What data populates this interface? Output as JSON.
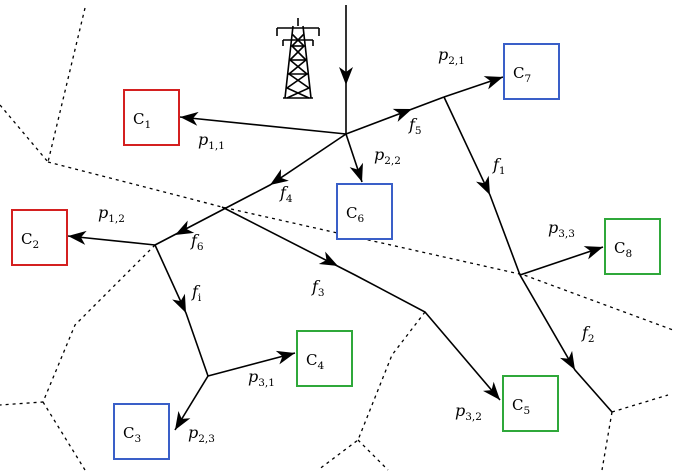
{
  "colors": {
    "consumer_red": "#d42020",
    "consumer_blue": "#3a5fc8",
    "consumer_green": "#2fa83a",
    "line": "#000000"
  },
  "icons": {
    "source": "power-pylon-icon"
  },
  "consumers": [
    {
      "id": "c1",
      "letter": "C",
      "sub": "1",
      "color": "red"
    },
    {
      "id": "c2",
      "letter": "C",
      "sub": "2",
      "color": "red"
    },
    {
      "id": "c3",
      "letter": "C",
      "sub": "3",
      "color": "blue"
    },
    {
      "id": "c4",
      "letter": "C",
      "sub": "4",
      "color": "green"
    },
    {
      "id": "c5",
      "letter": "C",
      "sub": "5",
      "color": "green"
    },
    {
      "id": "c6",
      "letter": "C",
      "sub": "6",
      "color": "blue"
    },
    {
      "id": "c7",
      "letter": "C",
      "sub": "7",
      "color": "blue"
    },
    {
      "id": "c8",
      "letter": "C",
      "sub": "8",
      "color": "green"
    }
  ],
  "flows": [
    {
      "id": "f1",
      "symbol": "f",
      "sub": "1"
    },
    {
      "id": "f2",
      "symbol": "f",
      "sub": "2"
    },
    {
      "id": "f3",
      "symbol": "f",
      "sub": "3"
    },
    {
      "id": "f4",
      "symbol": "f",
      "sub": "4"
    },
    {
      "id": "f5",
      "symbol": "f",
      "sub": "5"
    },
    {
      "id": "f6",
      "symbol": "f",
      "sub": "6"
    },
    {
      "id": "fi",
      "symbol": "f",
      "sub": "i"
    }
  ],
  "powers": [
    {
      "id": "p11",
      "symbol": "p",
      "sub": "1,1"
    },
    {
      "id": "p12",
      "symbol": "p",
      "sub": "1,2"
    },
    {
      "id": "p22",
      "symbol": "p",
      "sub": "2,2"
    },
    {
      "id": "p21",
      "symbol": "p",
      "sub": "2,1"
    },
    {
      "id": "p23",
      "symbol": "p",
      "sub": "2,3"
    },
    {
      "id": "p31",
      "symbol": "p",
      "sub": "3,1"
    },
    {
      "id": "p32",
      "symbol": "p",
      "sub": "3,2"
    },
    {
      "id": "p33",
      "symbol": "p",
      "sub": "3,3"
    }
  ]
}
